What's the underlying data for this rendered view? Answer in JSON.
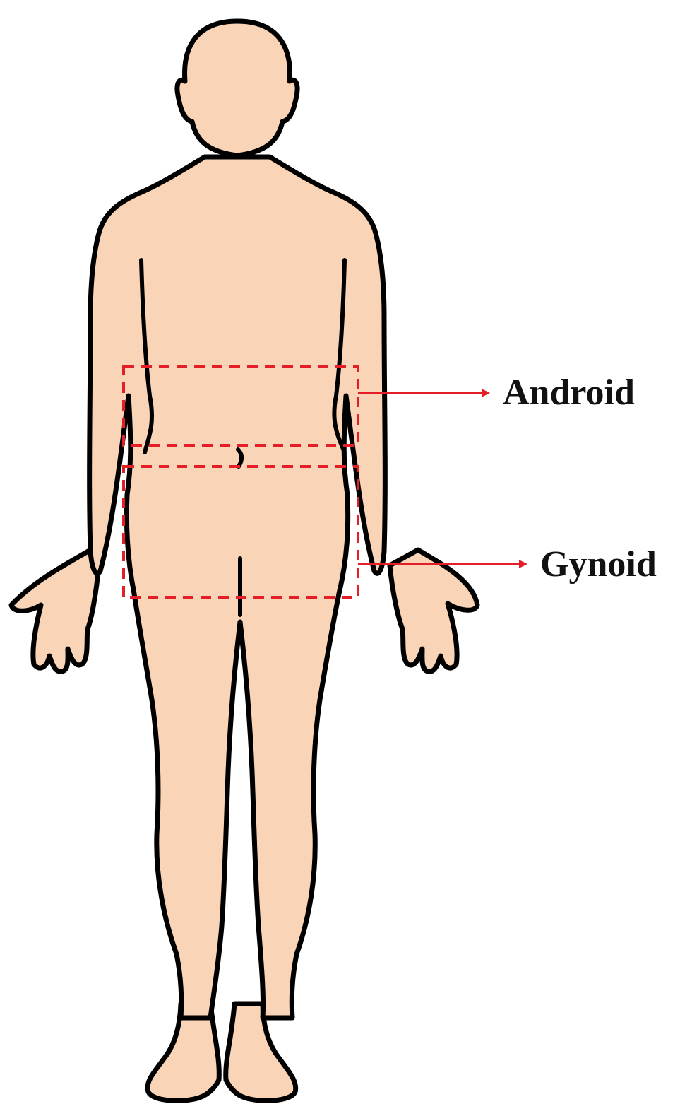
{
  "colors": {
    "skin": "#FAD4B7",
    "outline": "#000000",
    "accent": "#E41E26",
    "label_text": "#111111"
  },
  "regions": [
    {
      "id": "android",
      "label": "Android"
    },
    {
      "id": "gynoid",
      "label": "Gynoid"
    }
  ]
}
